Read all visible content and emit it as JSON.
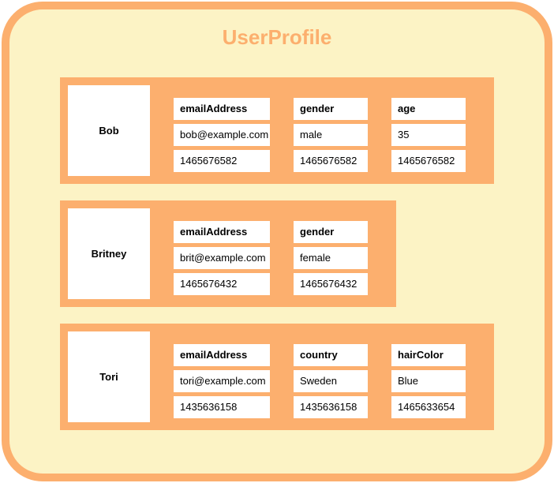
{
  "title": "UserProfile",
  "colors": {
    "orange": "#FCAF6E",
    "cream": "#FCF3C5",
    "box_bg": "#FFFFFF",
    "text": "#000000"
  },
  "rows": [
    {
      "key": "Bob",
      "columns": [
        {
          "name": "emailAddress",
          "value": "bob@example.com",
          "timestamp": "1465676582"
        },
        {
          "name": "gender",
          "value": "male",
          "timestamp": "1465676582"
        },
        {
          "name": "age",
          "value": "35",
          "timestamp": "1465676582"
        }
      ]
    },
    {
      "key": "Britney",
      "columns": [
        {
          "name": "emailAddress",
          "value": "brit@example.com",
          "timestamp": "1465676432"
        },
        {
          "name": "gender",
          "value": "female",
          "timestamp": "1465676432"
        }
      ]
    },
    {
      "key": "Tori",
      "columns": [
        {
          "name": "emailAddress",
          "value": "tori@example.com",
          "timestamp": "1435636158"
        },
        {
          "name": "country",
          "value": "Sweden",
          "timestamp": "1435636158"
        },
        {
          "name": "hairColor",
          "value": "Blue",
          "timestamp": "1465633654"
        }
      ]
    }
  ]
}
